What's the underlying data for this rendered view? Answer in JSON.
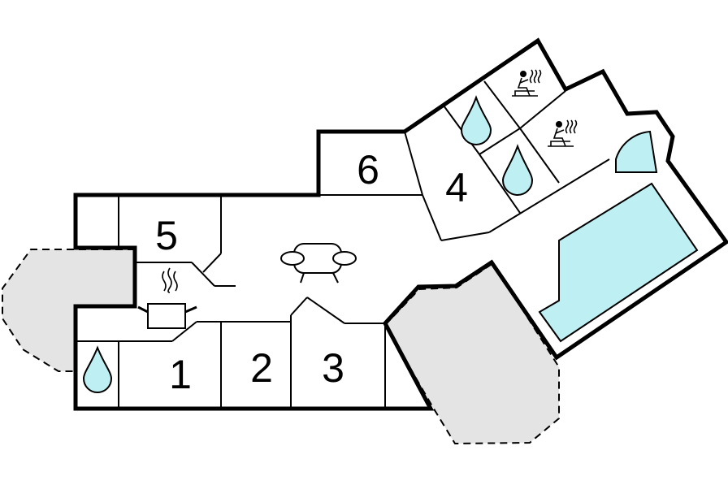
{
  "floorplan": {
    "rooms": [
      {
        "id": "room-1",
        "label": "1"
      },
      {
        "id": "room-2",
        "label": "2"
      },
      {
        "id": "room-3",
        "label": "3"
      },
      {
        "id": "room-4",
        "label": "4"
      },
      {
        "id": "room-5",
        "label": "5"
      },
      {
        "id": "room-6",
        "label": "6"
      }
    ],
    "icons": [
      "water-drop-icon",
      "sauna-icon",
      "sofa-icon",
      "cooking-pot-icon",
      "pool-icon",
      "hot-tub-icon"
    ],
    "colors": {
      "water": "#bdeff3",
      "terrace": "#e4e4e4",
      "wall": "#000000"
    }
  }
}
